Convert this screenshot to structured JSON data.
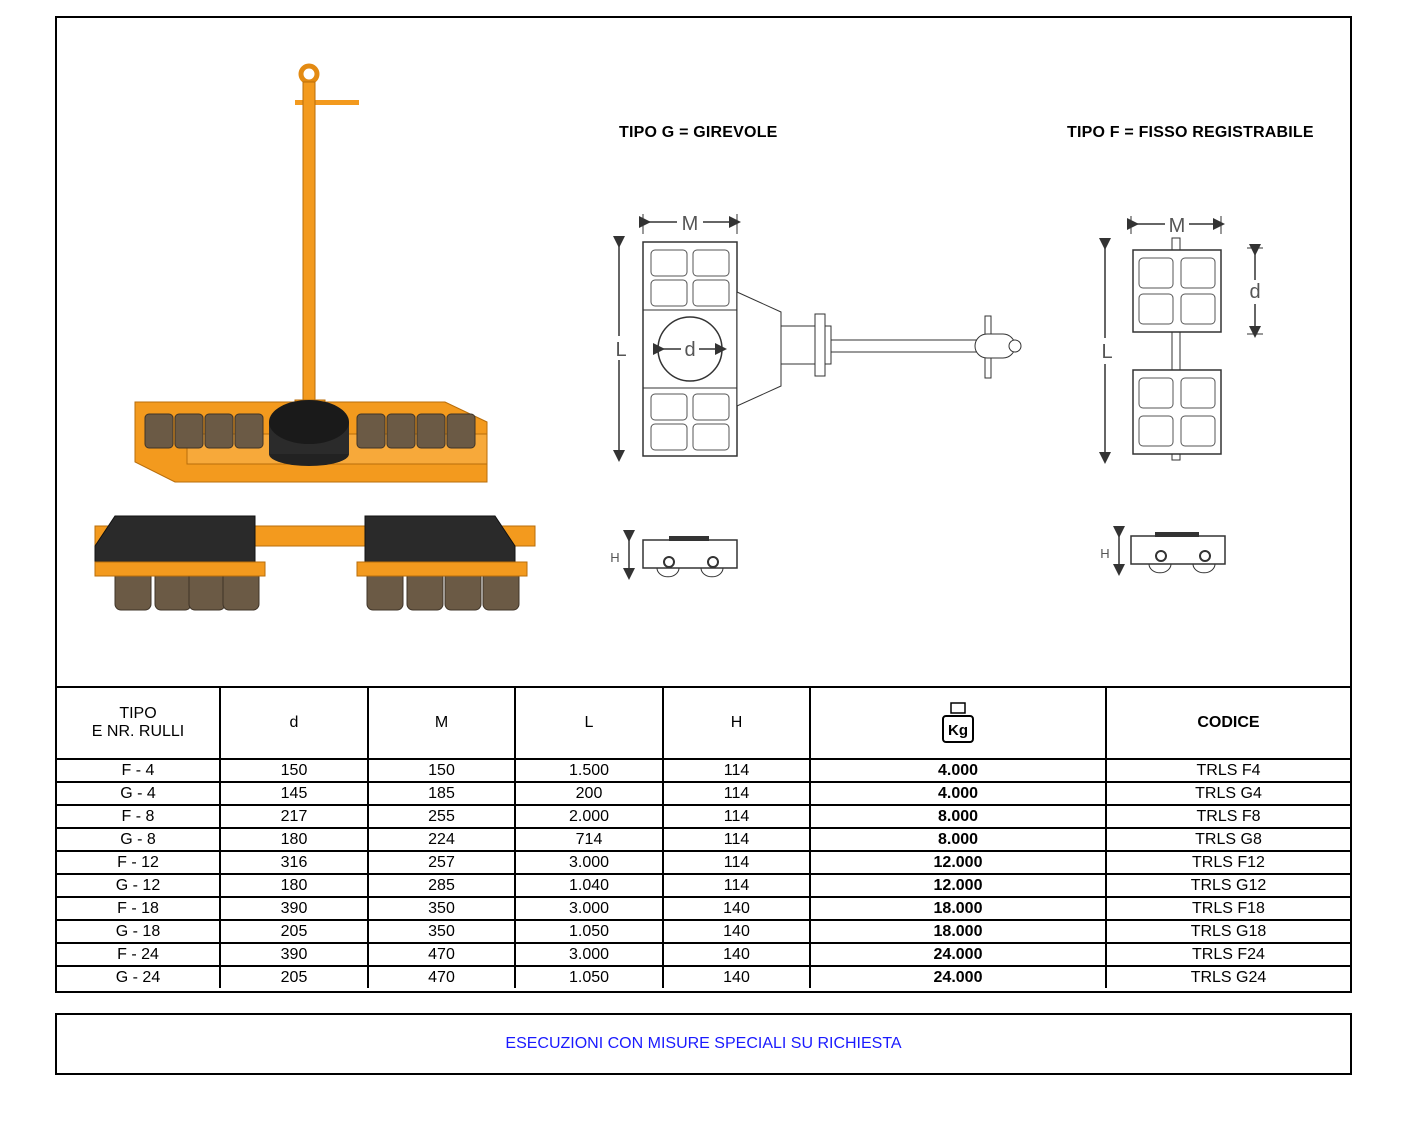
{
  "captions": {
    "tipo_g": "TIPO G = GIREVOLE",
    "tipo_f": "TIPO F = FISSO REGISTRABILE"
  },
  "dimension_letters": {
    "m": "M",
    "l": "L",
    "d": "d",
    "h": "H"
  },
  "colors": {
    "frame_orange": "#F39A1E",
    "roller_brown": "#6B5A45",
    "note_blue": "#1A1AFF"
  },
  "table": {
    "headers": {
      "tipo_line1": "TIPO",
      "tipo_line2": "E NR. RULLI",
      "d": "d",
      "m": "M",
      "l": "L",
      "h": "H",
      "kg_icon_label": "Kg",
      "codice": "CODICE"
    },
    "rows": [
      [
        "F - 4",
        "150",
        "150",
        "1.500",
        "114",
        "4.000",
        "TRLS F4"
      ],
      [
        "G - 4",
        "145",
        "185",
        "200",
        "114",
        "4.000",
        "TRLS G4"
      ],
      [
        "F - 8",
        "217",
        "255",
        "2.000",
        "114",
        "8.000",
        "TRLS F8"
      ],
      [
        "G - 8",
        "180",
        "224",
        "714",
        "114",
        "8.000",
        "TRLS G8"
      ],
      [
        "F - 12",
        "316",
        "257",
        "3.000",
        "114",
        "12.000",
        "TRLS F12"
      ],
      [
        "G - 12",
        "180",
        "285",
        "1.040",
        "114",
        "12.000",
        "TRLS G12"
      ],
      [
        "F - 18",
        "390",
        "350",
        "3.000",
        "140",
        "18.000",
        "TRLS F18"
      ],
      [
        "G - 18",
        "205",
        "350",
        "1.050",
        "140",
        "18.000",
        "TRLS G18"
      ],
      [
        "F - 24",
        "390",
        "470",
        "3.000",
        "140",
        "24.000",
        "TRLS F24"
      ],
      [
        "G - 24",
        "205",
        "470",
        "1.050",
        "140",
        "24.000",
        "TRLS G24"
      ]
    ]
  },
  "note": "ESECUZIONI CON MISURE SPECIALI SU RICHIESTA"
}
